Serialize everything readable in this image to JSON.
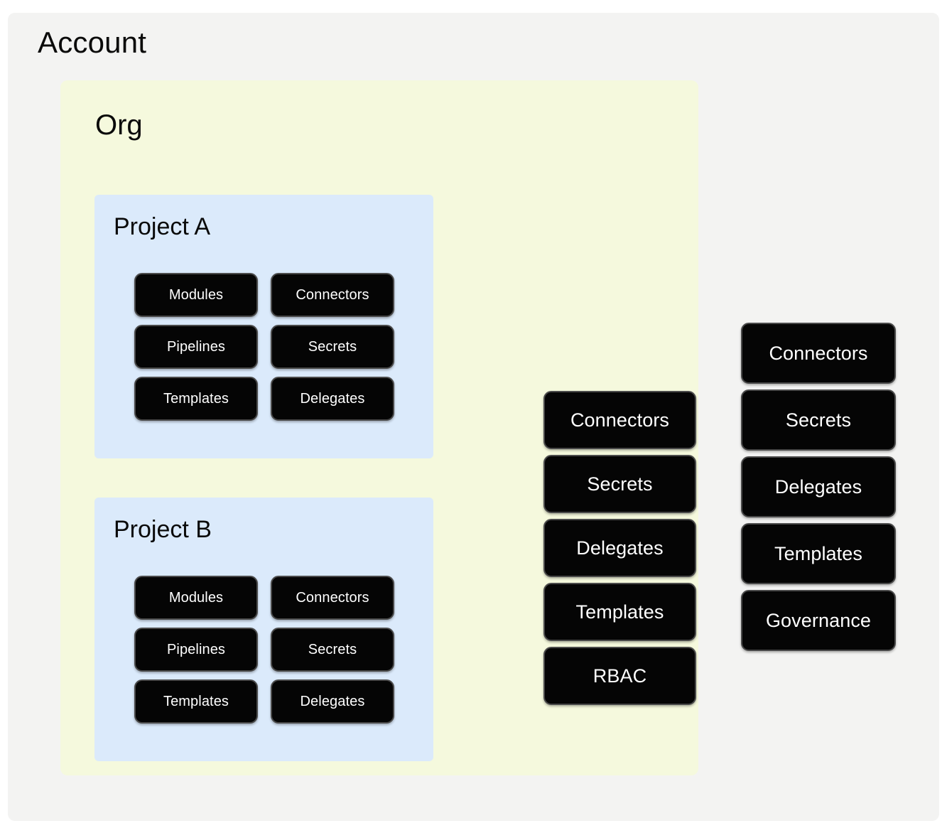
{
  "diagram": {
    "title": "Account",
    "colors": {
      "page_background": "#ffffff",
      "account_background": "#f3f3f2",
      "org_background": "#f5f9dd",
      "project_background": "#dbeafb",
      "button_fill": "#050505",
      "button_border": "#4a4a4a",
      "button_text": "#ffffff",
      "heading_text": "#0a0a0a"
    }
  },
  "account": {
    "label": "Account",
    "resources": [
      {
        "label": "Connectors"
      },
      {
        "label": "Secrets"
      },
      {
        "label": "Delegates"
      },
      {
        "label": "Templates"
      },
      {
        "label": "Governance"
      }
    ]
  },
  "org": {
    "label": "Org",
    "resources": [
      {
        "label": "Connectors"
      },
      {
        "label": "Secrets"
      },
      {
        "label": "Delegates"
      },
      {
        "label": "Templates"
      },
      {
        "label": "RBAC"
      }
    ]
  },
  "projects": [
    {
      "label": "Project A",
      "resources": [
        {
          "label": "Modules"
        },
        {
          "label": "Connectors"
        },
        {
          "label": "Pipelines"
        },
        {
          "label": "Secrets"
        },
        {
          "label": "Templates"
        },
        {
          "label": "Delegates"
        }
      ]
    },
    {
      "label": "Project B",
      "resources": [
        {
          "label": "Modules"
        },
        {
          "label": "Connectors"
        },
        {
          "label": "Pipelines"
        },
        {
          "label": "Secrets"
        },
        {
          "label": "Templates"
        },
        {
          "label": "Delegates"
        }
      ]
    }
  ]
}
